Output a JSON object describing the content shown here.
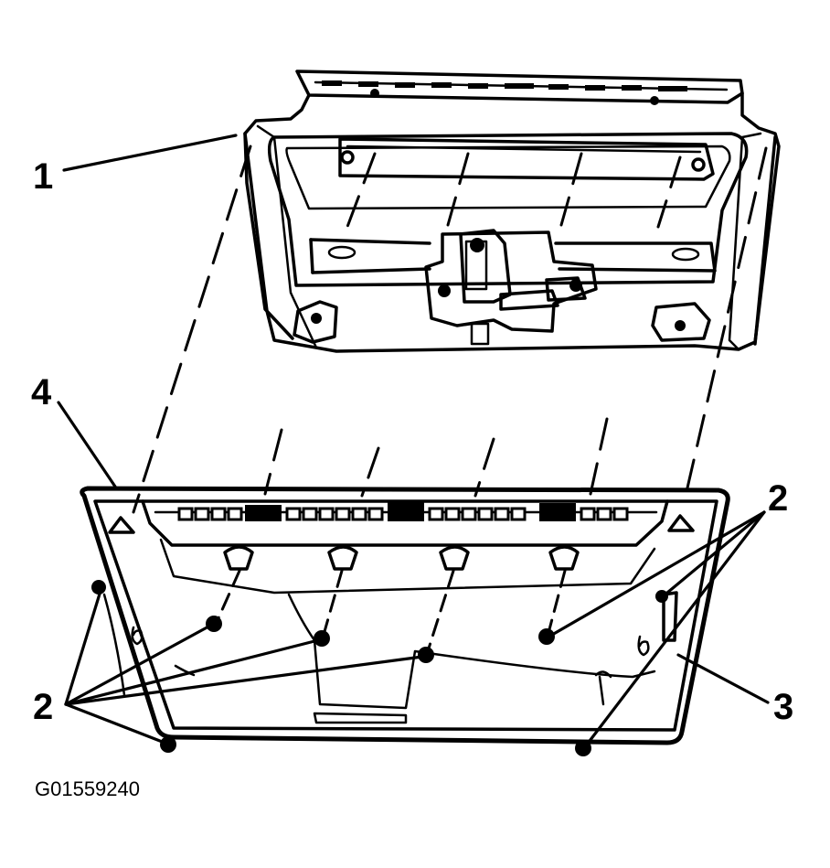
{
  "callouts": {
    "one": "1",
    "two_right": "2",
    "two_left": "2",
    "three": "3",
    "four": "4"
  },
  "figure_id": "G01559240",
  "icons": {
    "upper_part": "liftgate-inner-panel-drawing",
    "lower_part": "garnish-molding-drawing",
    "fasteners": "push-retainer-icon"
  }
}
